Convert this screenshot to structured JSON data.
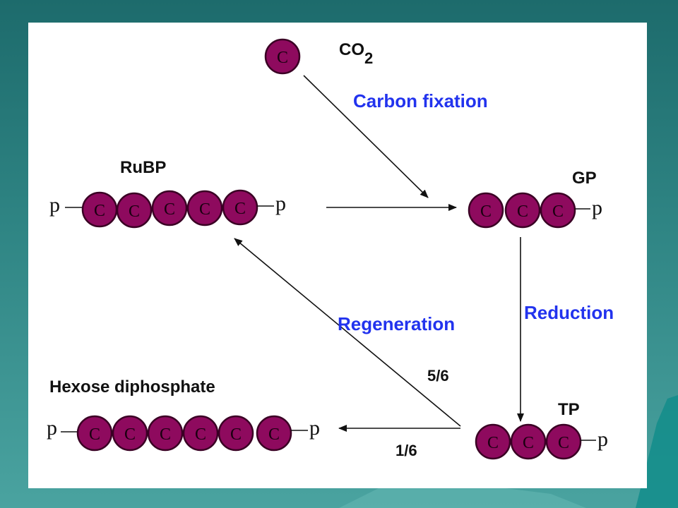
{
  "molecules": {
    "co2": {
      "label": "CO",
      "subscript": "2",
      "atom": "C"
    },
    "rubp": {
      "label": "RuBP",
      "atom": "C",
      "phosphate": "p"
    },
    "gp": {
      "label": "GP",
      "atom": "C",
      "phosphate": "p"
    },
    "tp": {
      "label": "TP",
      "atom": "C",
      "phosphate": "p"
    },
    "hexose": {
      "label": "Hexose diphosphate",
      "atom": "C",
      "phosphate": "p"
    }
  },
  "steps": {
    "carbon_fixation": "Carbon fixation",
    "reduction": "Reduction",
    "regeneration": "Regeneration"
  },
  "fractions": {
    "to_rubp": "5/6",
    "to_hexose": "1/6"
  },
  "colors": {
    "atom_fill": "#8e0a5e",
    "step_label": "#2233ee",
    "slide_background": "#2f8584"
  }
}
